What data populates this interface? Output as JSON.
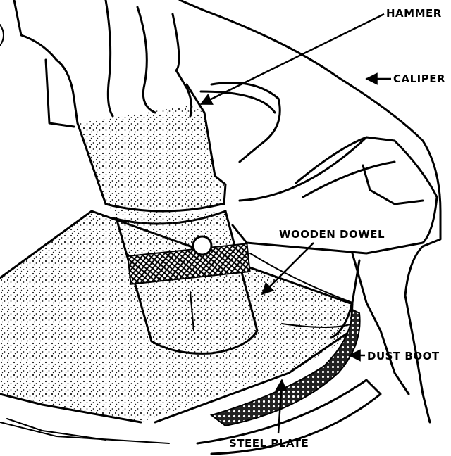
{
  "labels": {
    "hammer": "HAMMER",
    "caliper": "CALIPER",
    "wooden_dowel": "WOODEN DOWEL",
    "dust_boot": "DUST BOOT",
    "steel_plate": "STEEL PLATE"
  },
  "colors": {
    "ink": "#000000",
    "paper": "#ffffff",
    "stipple": "#1a1a1a"
  }
}
